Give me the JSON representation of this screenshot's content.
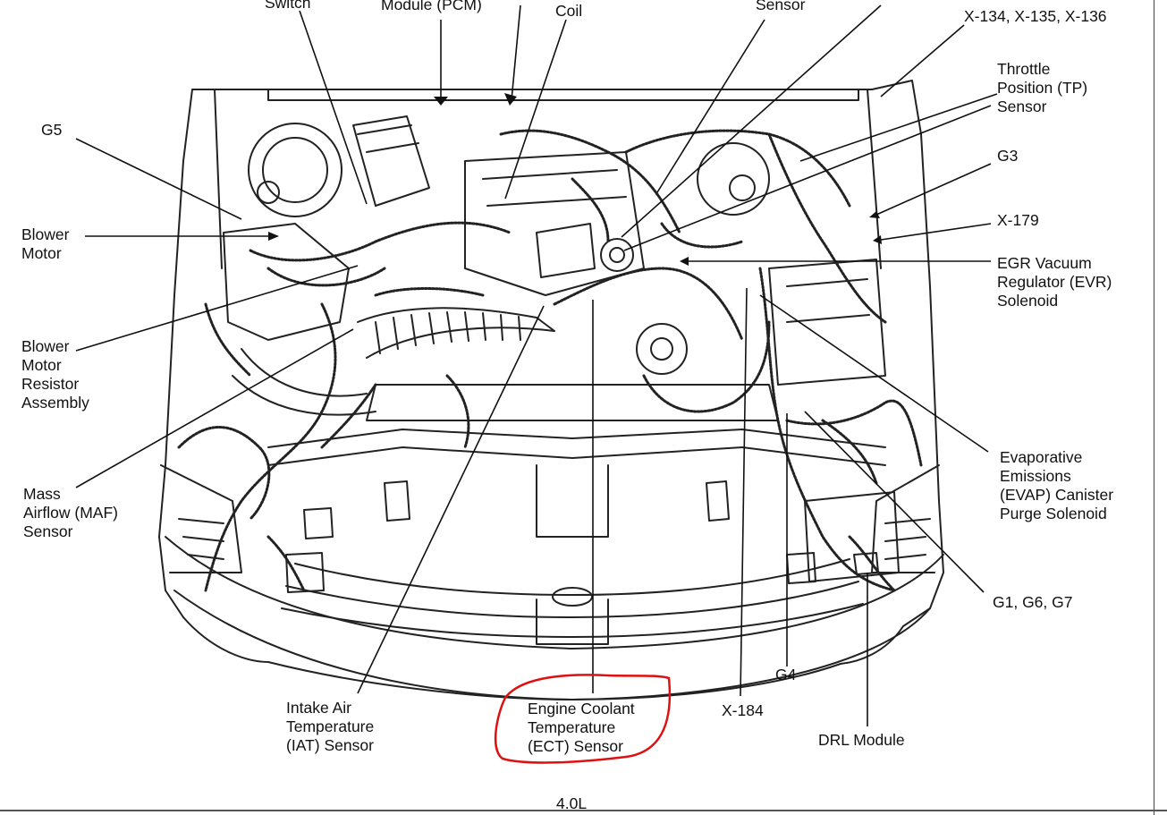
{
  "diagram": {
    "caption": "4.0L",
    "labels": {
      "switch_partial": "Switch",
      "pcm_partial": "Module (PCM)",
      "coil_partial": "Coil",
      "sensor_partial": "Sensor",
      "x134": "X-134, X-135, X-136",
      "tp_sensor": "Throttle\nPosition (TP)\nSensor",
      "g5": "G5",
      "g3": "G3",
      "x179": "X-179",
      "blower_motor": "Blower\nMotor",
      "evr": "EGR Vacuum\nRegulator (EVR)\nSolenoid",
      "blower_resistor": "Blower\nMotor\nResistor\nAssembly",
      "evap": "Evaporative\nEmissions\n(EVAP) Canister\nPurge Solenoid",
      "maf": "Mass\nAirflow (MAF)\nSensor",
      "g1g6g7": "G1, G6, G7",
      "g4": "G4",
      "iat": "Intake Air\nTemperature\n(IAT) Sensor",
      "ect": "Engine Coolant\nTemperature\n(ECT) Sensor",
      "x184": "X-184",
      "drl": "DRL Module"
    },
    "highlight_color": "#e01010"
  }
}
